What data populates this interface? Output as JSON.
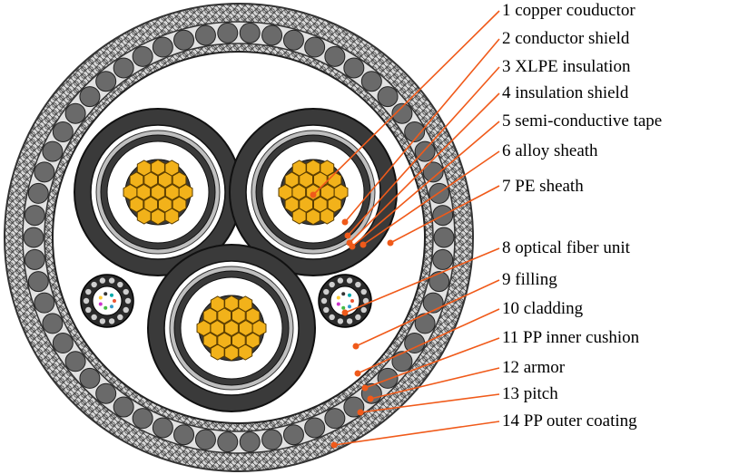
{
  "labels": [
    {
      "id": "copper-conductor",
      "text": "1 copper couductor"
    },
    {
      "id": "conductor-shield",
      "text": "2 conductor shield"
    },
    {
      "id": "xlpe-insulation",
      "text": "3 XLPE insulation"
    },
    {
      "id": "insulation-shield",
      "text": "4 insulation shield"
    },
    {
      "id": "semi-conductive-tape",
      "text": "5 semi-conductive tape"
    },
    {
      "id": "alloy-sheath",
      "text": "6 alloy sheath"
    },
    {
      "id": "pe-sheath",
      "text": "7 PE sheath"
    },
    {
      "id": "optical-fiber-unit",
      "text": "8 optical fiber unit"
    },
    {
      "id": "filling",
      "text": "9 filling"
    },
    {
      "id": "cladding",
      "text": "10 cladding"
    },
    {
      "id": "pp-inner-cushion",
      "text": "11 PP inner cushion"
    },
    {
      "id": "armor",
      "text": "12 armor"
    },
    {
      "id": "pitch",
      "text": "13 pitch"
    },
    {
      "id": "pp-outer-coating",
      "text": "14 PP outer coating"
    }
  ],
  "colors": {
    "leader": "#f05a1a",
    "copper_strand": "#f2b21a",
    "sheath_dark": "#3a3a3a",
    "armor_wire": "#6a6a6a",
    "insulation": "#ffffff"
  }
}
